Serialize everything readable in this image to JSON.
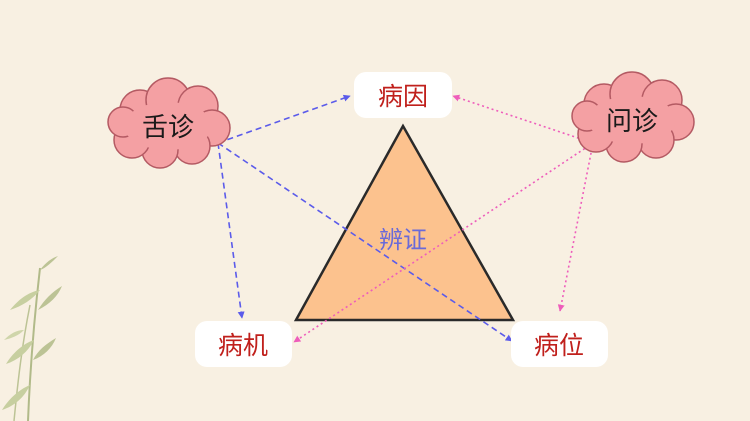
{
  "center": {
    "label": "辨证"
  },
  "nodes": {
    "bingyin": {
      "label": "病因"
    },
    "bingji": {
      "label": "病机"
    },
    "bingwei": {
      "label": "病位"
    }
  },
  "sources": {
    "shezhen": {
      "label": "舌诊"
    },
    "wenzhen": {
      "label": "问诊"
    }
  },
  "colors": {
    "background": "#f8f0e2",
    "triangle_fill": "#fcc28e",
    "cloud_fill": "#f4a0a3",
    "cloud_stroke": "#b45a63",
    "node_text": "#c0201c",
    "center_text": "#6a6ad8",
    "blue_arrow": "#5b5bea",
    "pink_arrow": "#ee5dbb"
  }
}
